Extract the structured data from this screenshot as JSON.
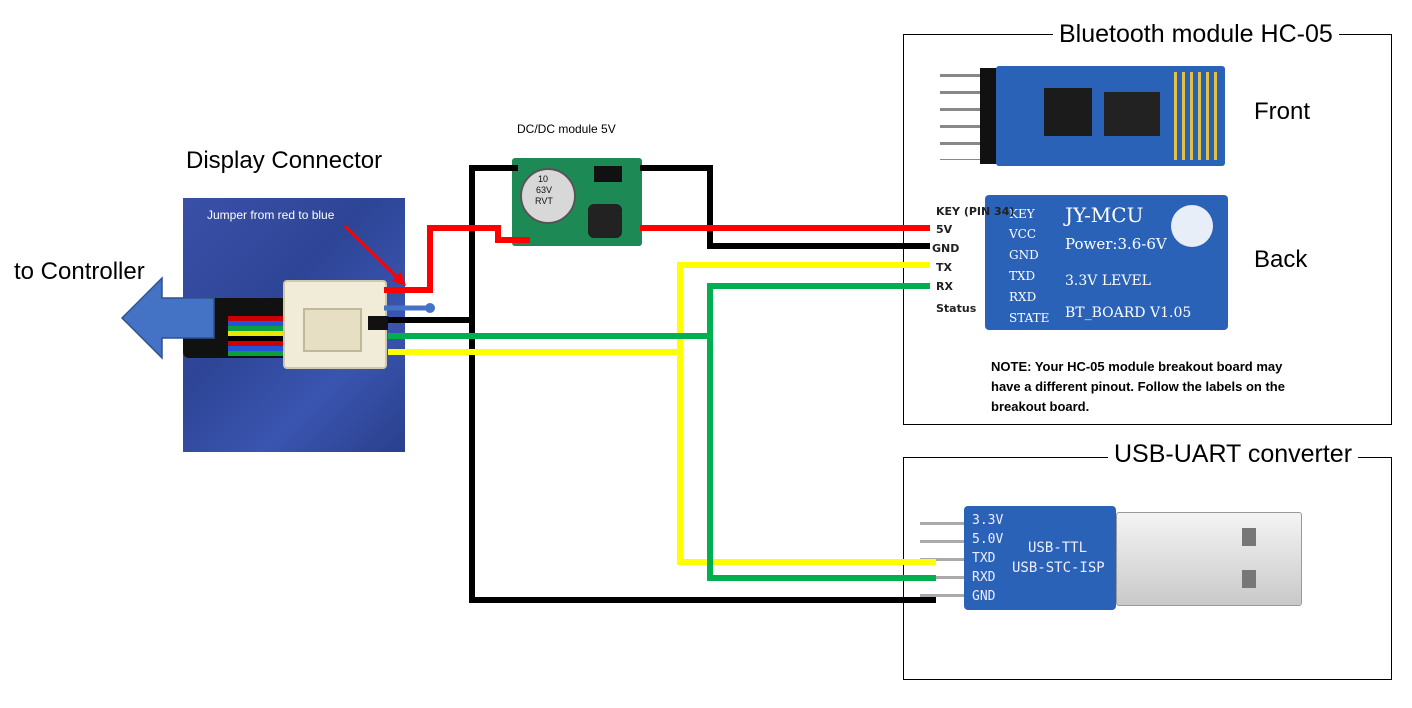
{
  "display_connector": {
    "title": "Display Connector",
    "jumper_label": "Jumper from red to blue",
    "to_controller": "to Controller"
  },
  "dcdc": {
    "title": "DC/DC module 5V",
    "cap_text": [
      "10",
      "63V",
      "RVT"
    ]
  },
  "bluetooth": {
    "title": "Bluetooth module HC-05",
    "front_label": "Front",
    "back_label": "Back",
    "pins": [
      "KEY (PIN 34)",
      "5V",
      "GND",
      "TX",
      "RX",
      "Status"
    ],
    "board_pins": [
      "KEY",
      "VCC",
      "GND",
      "TXD",
      "RXD",
      "STATE"
    ],
    "board_text": [
      "JY-MCU",
      "Power:3.6-6V",
      "3.3V LEVEL",
      "BT_BOARD V1.05"
    ],
    "note": [
      "NOTE: Your HC-05 module breakout board may",
      "have a different pinout. Follow the labels on the",
      "breakout board."
    ]
  },
  "usb_uart": {
    "title": "USB-UART converter",
    "pins": [
      "3.3V",
      "5.0V",
      "TXD",
      "RXD",
      "GND"
    ],
    "board_text": [
      "USB-TTL",
      "USB-STC-ISP"
    ]
  },
  "colors": {
    "red": "#ff0000",
    "black": "#000000",
    "yellow": "#ffff00",
    "green": "#00b050",
    "blue_arrow": "#4472c4",
    "pcb_green": "#1d8a55",
    "pcb_blue": "#2a62b8"
  }
}
